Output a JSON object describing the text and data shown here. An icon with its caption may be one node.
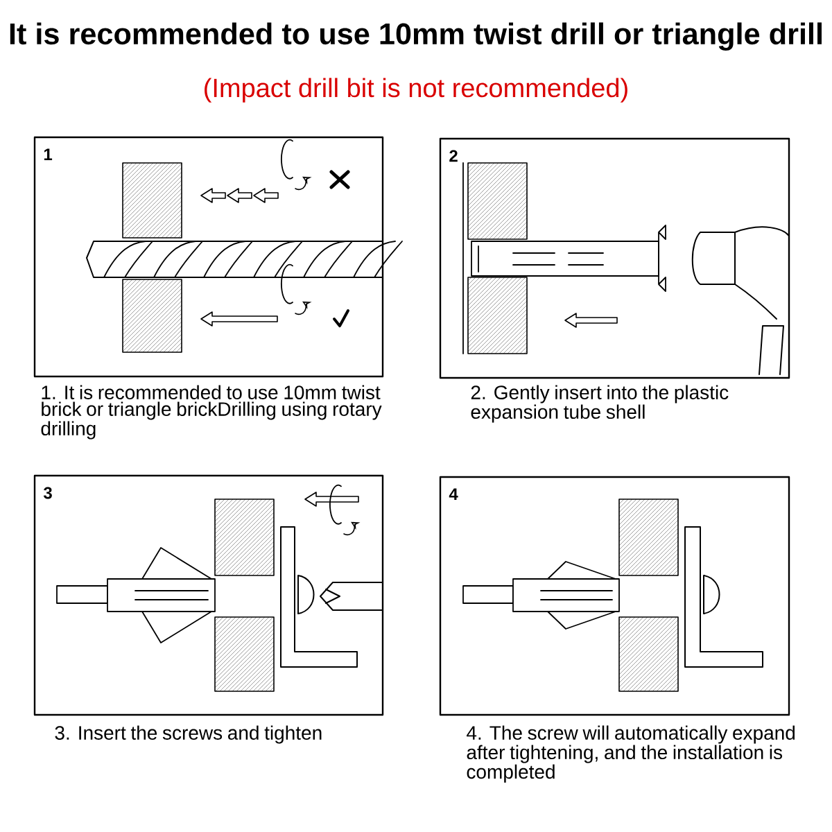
{
  "diagram": {
    "title": "It is recommended to use 10mm twist drill or triangle drill",
    "nodes": [
      {
        "text": [
          "1"
        ],
        "beside": [
          "1. It is recommended to use 10mm twist brick or triangle brickDrilling using rotary drilling"
        ]
      },
      {
        "text": [
          "2"
        ],
        "beside": [
          "2. Gently insert into the plastic expansion tube shell"
        ]
      },
      {
        "text": [
          "3"
        ],
        "beside": [
          "3. Insert the screws and tighten"
        ]
      },
      {
        "text": [
          "4"
        ],
        "beside": [
          "4. The screw will automatically expand after tightening, and the installation is completed"
        ]
      }
    ],
    "labels": [
      "(Impact drill bit is not recommended)"
    ]
  }
}
